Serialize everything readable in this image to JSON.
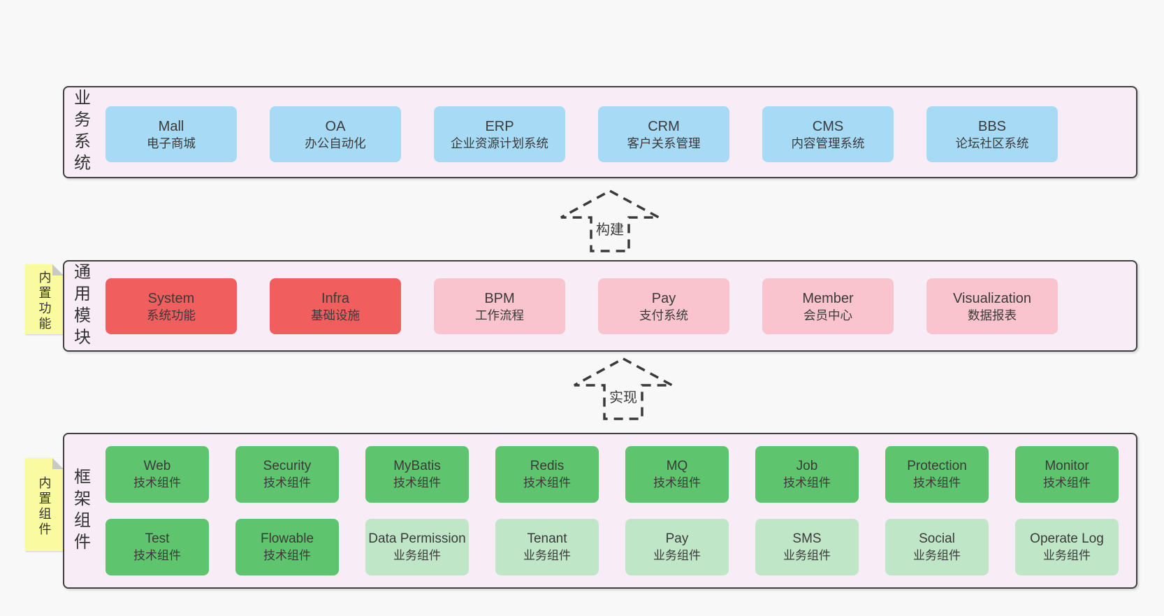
{
  "colors": {
    "page_bg": "#f8f8f8",
    "band_bg": "#f8edf6",
    "border": "#3f3f3f",
    "blue": "#a7daf5",
    "red": "#f15e5e",
    "pink": "#f9c4ce",
    "green": "#5ec46e",
    "green_light": "#c0e6c8",
    "sticky": "#fafaa0",
    "fold": "#c9c9c9"
  },
  "arrows": [
    {
      "label": "构建"
    },
    {
      "label": "实现"
    }
  ],
  "bands": [
    {
      "id": "business-systems",
      "label": "业务系统",
      "sticky": null,
      "rows": [
        [
          {
            "name": "Mall",
            "desc": "电子商城",
            "type": "blue"
          },
          {
            "name": "OA",
            "desc": "办公自动化",
            "type": "blue"
          },
          {
            "name": "ERP",
            "desc": "企业资源计划系统",
            "type": "blue"
          },
          {
            "name": "CRM",
            "desc": "客户关系管理",
            "type": "blue"
          },
          {
            "name": "CMS",
            "desc": "内容管理系统",
            "type": "blue"
          },
          {
            "name": "BBS",
            "desc": "论坛社区系统",
            "type": "blue"
          }
        ]
      ]
    },
    {
      "id": "common-modules",
      "label": "通用模块",
      "sticky": "内置功能",
      "rows": [
        [
          {
            "name": "System",
            "desc": "系统功能",
            "type": "red"
          },
          {
            "name": "Infra",
            "desc": "基础设施",
            "type": "red"
          },
          {
            "name": "BPM",
            "desc": "工作流程",
            "type": "pink"
          },
          {
            "name": "Pay",
            "desc": "支付系统",
            "type": "pink"
          },
          {
            "name": "Member",
            "desc": "会员中心",
            "type": "pink"
          },
          {
            "name": "Visualization",
            "desc": "数据报表",
            "type": "pink"
          }
        ]
      ]
    },
    {
      "id": "framework-components",
      "label": "框架组件",
      "sticky": "内置组件",
      "rows": [
        [
          {
            "name": "Web",
            "desc": "技术组件",
            "type": "green"
          },
          {
            "name": "Security",
            "desc": "技术组件",
            "type": "green"
          },
          {
            "name": "MyBatis",
            "desc": "技术组件",
            "type": "green"
          },
          {
            "name": "Redis",
            "desc": "技术组件",
            "type": "green"
          },
          {
            "name": "MQ",
            "desc": "技术组件",
            "type": "green"
          },
          {
            "name": "Job",
            "desc": "技术组件",
            "type": "green"
          },
          {
            "name": "Protection",
            "desc": "技术组件",
            "type": "green"
          },
          {
            "name": "Monitor",
            "desc": "技术组件",
            "type": "green"
          }
        ],
        [
          {
            "name": "Test",
            "desc": "技术组件",
            "type": "green"
          },
          {
            "name": "Flowable",
            "desc": "技术组件",
            "type": "green"
          },
          {
            "name": "Data Permission",
            "desc": "业务组件",
            "type": "green-light"
          },
          {
            "name": "Tenant",
            "desc": "业务组件",
            "type": "green-light"
          },
          {
            "name": "Pay",
            "desc": "业务组件",
            "type": "green-light"
          },
          {
            "name": "SMS",
            "desc": "业务组件",
            "type": "green-light"
          },
          {
            "name": "Social",
            "desc": "业务组件",
            "type": "green-light"
          },
          {
            "name": "Operate Log",
            "desc": "业务组件",
            "type": "green-light"
          }
        ]
      ]
    }
  ]
}
